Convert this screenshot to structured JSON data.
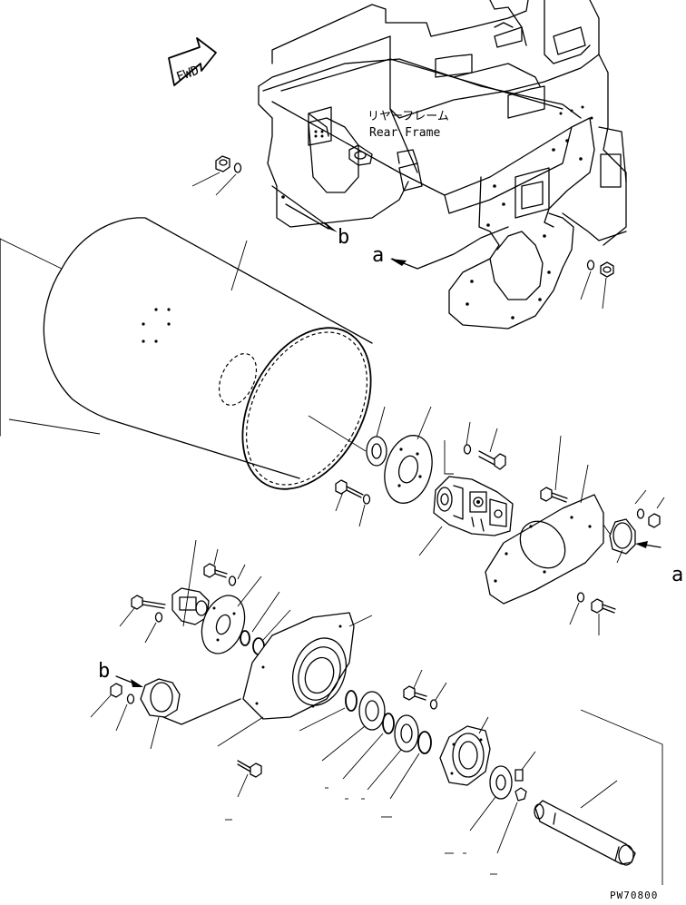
{
  "title_jp": "リヤーフレーム",
  "title_en": "Rear Frame",
  "fwd_label": "FWD",
  "ref_a": "a",
  "ref_b": "b",
  "drawing_code": "PW70800"
}
